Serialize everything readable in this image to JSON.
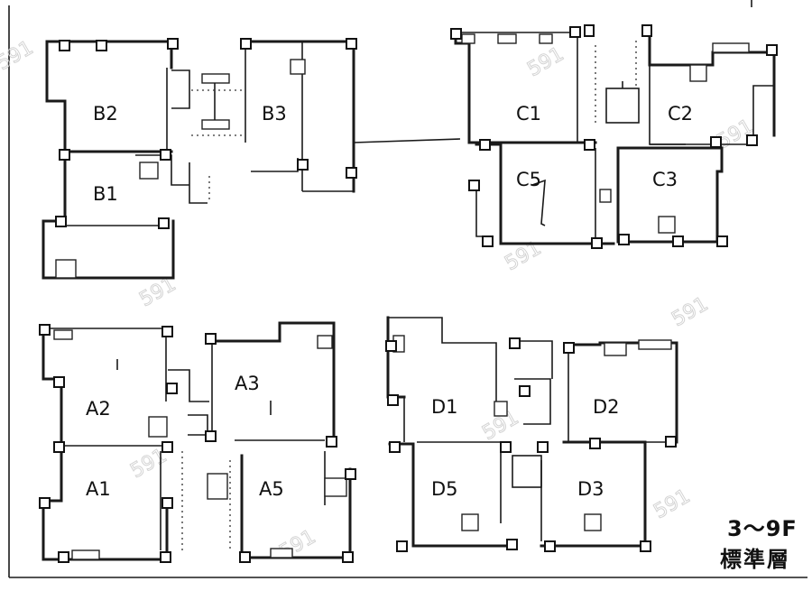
{
  "blocks": {
    "B": [
      "B2",
      "B3",
      "B1"
    ],
    "C": [
      "C1",
      "C2",
      "C5",
      "C3"
    ],
    "A": [
      "A2",
      "A3",
      "A1",
      "A5"
    ],
    "D": [
      "D1",
      "D2",
      "D5",
      "D3"
    ]
  },
  "legend": {
    "floor_range": "3～9F",
    "floor_name": "標準層"
  },
  "watermark": "591"
}
